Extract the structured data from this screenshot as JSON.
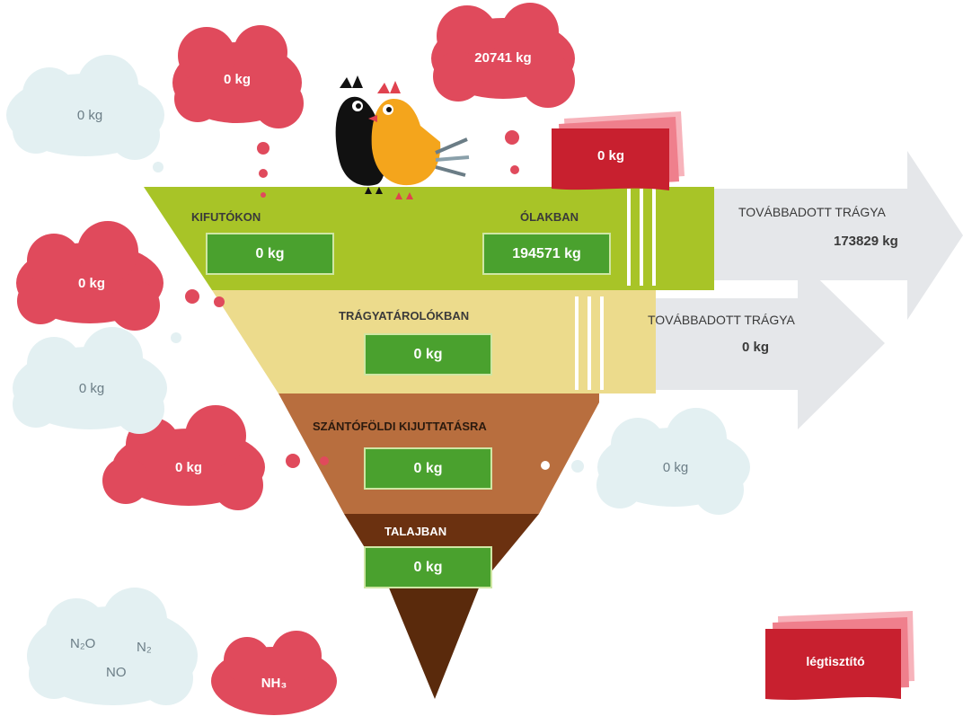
{
  "colors": {
    "emission_red": "#e04a5c",
    "clean_blue": "#e3f0f2",
    "layer_green": "#a8c427",
    "layer_yellow": "#ecdb8c",
    "layer_brown": "#b86e3e",
    "layer_darkbrown": "#6b3110",
    "value_green": "#4aa12e",
    "arrow_grey": "#e5e7ea",
    "accent_red": "#c8202f"
  },
  "clouds": {
    "run_emission": "0 kg",
    "house_emission": "20741 kg",
    "run_clean": "0 kg",
    "storage_emission": "0 kg",
    "storage_clean": "0 kg",
    "field_emission": "0 kg",
    "field_clean": "0 kg",
    "legend_blue": {
      "n2o": "N₂O",
      "n2": "N₂",
      "no": "NO"
    },
    "legend_red": "NH₃"
  },
  "cards": {
    "house_card_value": "0 kg",
    "air_cleaner_label": "légtisztító"
  },
  "layers": {
    "outdoor_label": "KIFUTÓKON",
    "outdoor_value": "0 kg",
    "house_label": "ÓLAKBAN",
    "house_value": "194571 kg",
    "storage_label": "TRÁGYATÁROLÓKBAN",
    "storage_value": "0 kg",
    "field_label": "SZÁNTÓFÖLDI KIJUTTATÁSRA",
    "field_value": "0 kg",
    "soil_label": "TALAJBAN",
    "soil_value": "0 kg"
  },
  "arrows": {
    "forwarded_1_label": "TOVÁBBADOTT TRÁGYA",
    "forwarded_1_value": "173829 kg",
    "forwarded_2_label": "TOVÁBBADOTT TRÁGYA",
    "forwarded_2_value": "0 kg"
  },
  "illustration": {
    "chickens": "chickens-icon"
  }
}
